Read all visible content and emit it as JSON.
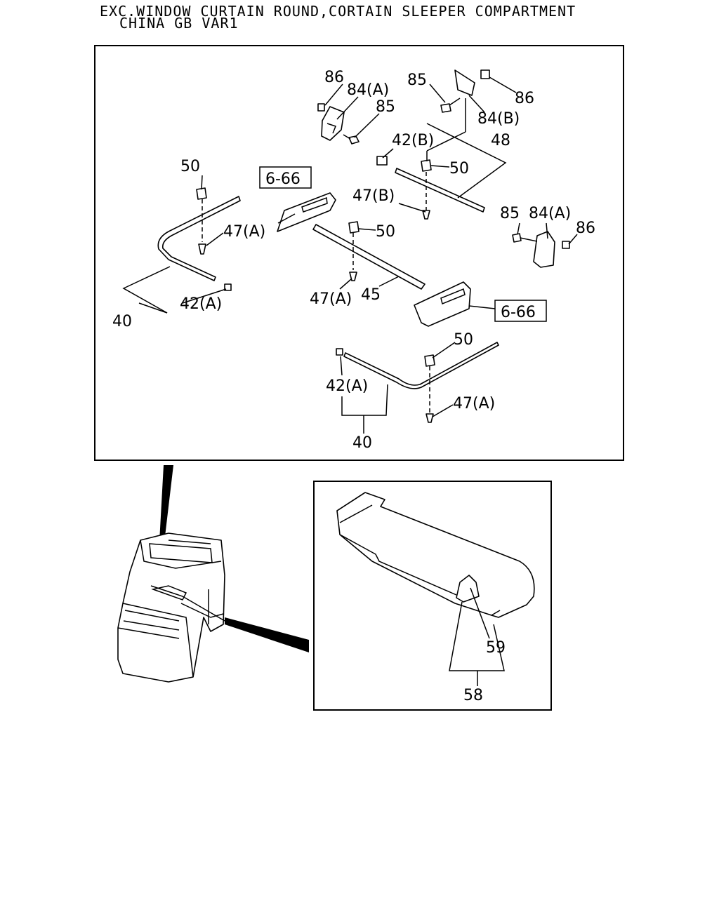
{
  "header": {
    "line1": "EXC.WINDOW CURTAIN ROUND,CORTAIN SLEEPER COMPARTMENT",
    "line2": "CHINA GB VAR1"
  },
  "labels": {
    "p86_a": "86",
    "p84a_a": "84(A)",
    "p85_a": "85",
    "p85_b": "85",
    "p86_b": "86",
    "p84b": "84(B)",
    "p42b": "42(B)",
    "p48": "48",
    "p50_c": "50",
    "p47b": "47(B)",
    "p85_c": "85",
    "p84a_c": "84(A)",
    "p86_c": "86",
    "p50_a": "50",
    "p47a_a": "47(A)",
    "p42a_a": "42(A)",
    "p40_a": "40",
    "ref_666_a": "6-66",
    "p50_b": "50",
    "p47a_b": "47(A)",
    "p45": "45",
    "ref_666_b": "6-66",
    "p50_d": "50",
    "p42a_b": "42(A)",
    "p47a_c": "47(A)",
    "p40_b": "40",
    "p59": "59",
    "p58": "58"
  }
}
